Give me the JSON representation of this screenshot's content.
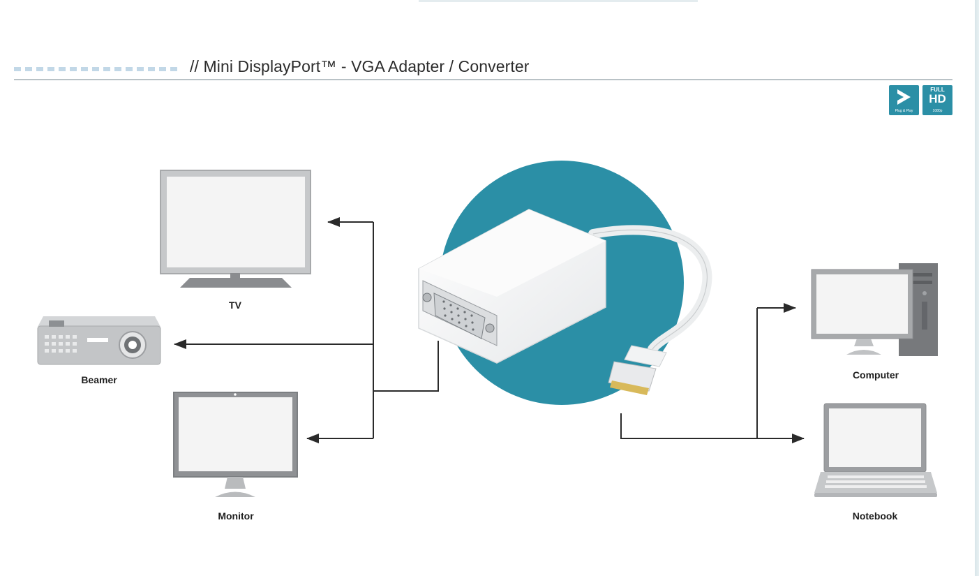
{
  "header": {
    "title": "//  Mini DisplayPort™ - VGA Adapter / Converter"
  },
  "badges": {
    "plug_and_play": {
      "icon": "play-arrow-icon",
      "caption": "Plug & Play"
    },
    "full_hd": {
      "top": "FULL",
      "main": "HD",
      "sub": "1080p"
    }
  },
  "devices": {
    "tv": "TV",
    "beamer": "Beamer",
    "monitor": "Monitor",
    "computer": "Computer",
    "notebook": "Notebook"
  },
  "colors": {
    "accent": "#2b8fa6",
    "connector_line": "#2a2a2a",
    "device_gray": "#a7a9ab",
    "screen": "#f4f4f4"
  }
}
